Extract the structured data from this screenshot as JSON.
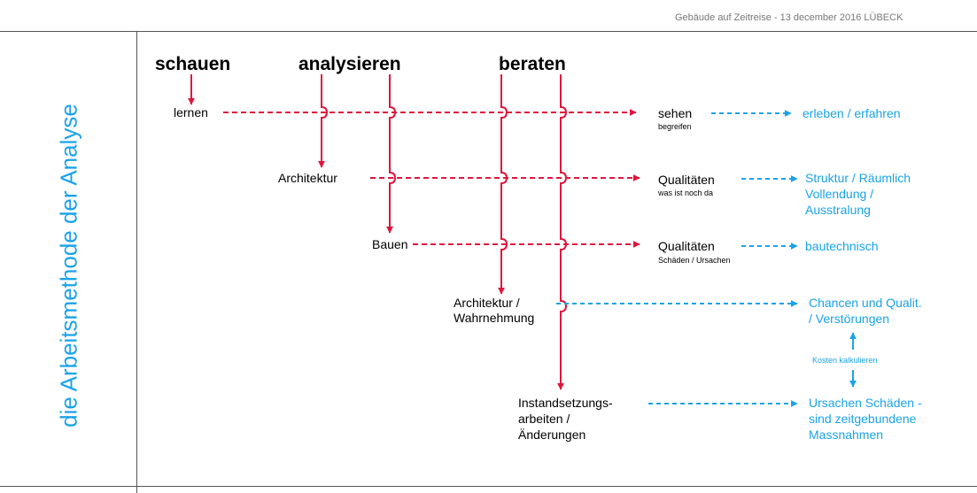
{
  "header": {
    "text": "Gebäude auf Zeitreise - 13 december 2016  LÜBECK"
  },
  "vertical_title": "die Arbeitsmethode der Analyse",
  "top_labels": {
    "schauen": "schauen",
    "analysieren": "analysieren",
    "beraten": "beraten"
  },
  "nodes": {
    "lernen": "lernen",
    "architektur": "Architektur",
    "bauen": "Bauen",
    "architektur_wahr_1": "Architektur /",
    "architektur_wahr_2": "Wahrnehmung",
    "instand_1": "Instandsetzungs-",
    "instand_2": "arbeiten /",
    "instand_3": "Änderungen"
  },
  "results": {
    "sehen": "sehen",
    "sehen_sub": "begreifen",
    "qual1": "Qualitäten",
    "qual1_sub": "was ist noch da",
    "qual2": "Qualitäten",
    "qual2_sub": "Schäden / Ursachen"
  },
  "outcomes": {
    "erleben": "erleben / erfahren",
    "struktur_1": "Struktur / Räumlich",
    "struktur_2": "Vollendung /",
    "struktur_3": "Ausstralung",
    "bautechnisch": "bautechnisch",
    "chancen_1": "Chancen und Qualit.",
    "chancen_2": "/ Verstörungen",
    "kosten": "Kosten kalkulieren",
    "ursachen_1": "Ursachen Schäden -",
    "ursachen_2": "sind zeitgebundene",
    "ursachen_3": "Massnahmen"
  },
  "colors": {
    "red": "#e0153c",
    "blue": "#1aa3e8",
    "rule": "#555555"
  }
}
